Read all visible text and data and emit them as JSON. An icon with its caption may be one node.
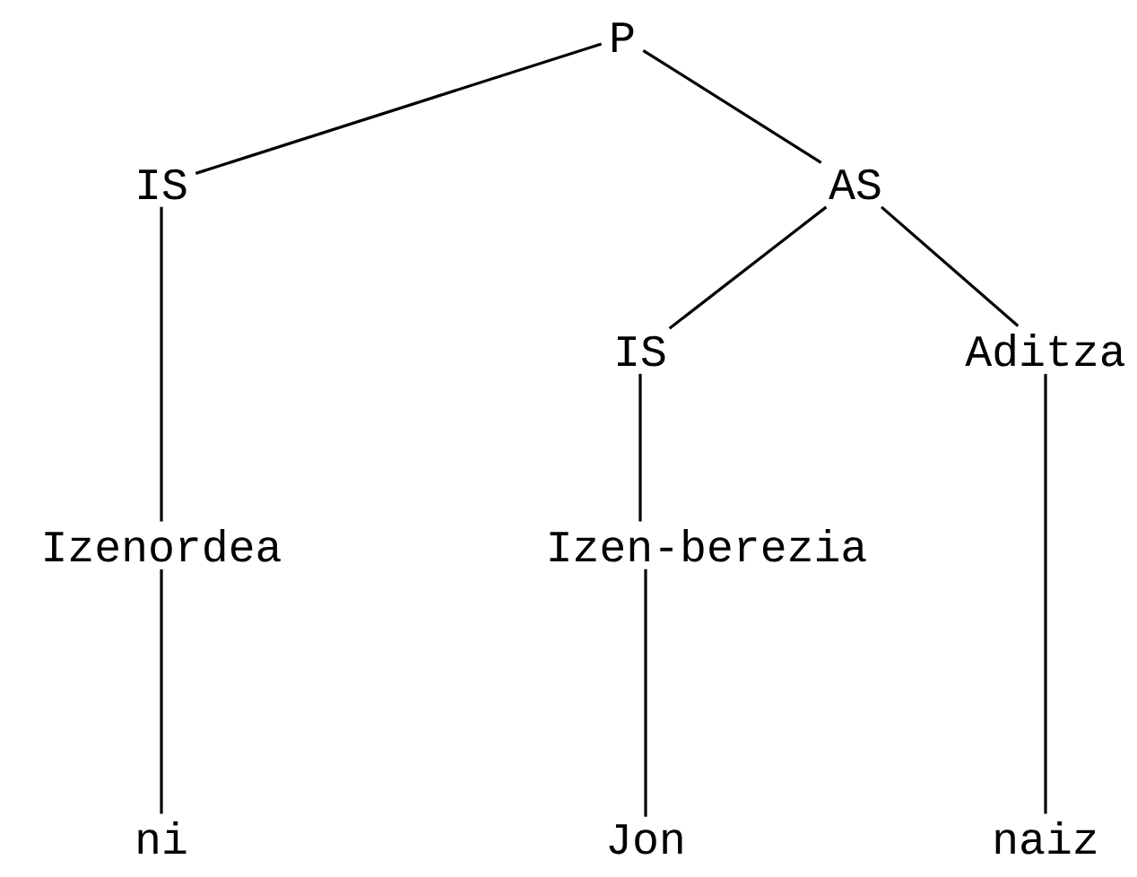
{
  "diagram": {
    "nodes": [
      {
        "text": [
          "P"
        ]
      },
      {
        "text": [
          "IS"
        ]
      },
      {
        "text": [
          "AS"
        ]
      },
      {
        "text": [
          "IS"
        ]
      },
      {
        "text": [
          "Aditza"
        ]
      },
      {
        "text": [
          "Izenordea"
        ]
      },
      {
        "text": [
          "Izen-berezia"
        ]
      },
      {
        "text": [
          "ni"
        ]
      },
      {
        "text": [
          "Jon"
        ]
      },
      {
        "text": [
          "naiz"
        ]
      }
    ],
    "edges": [
      {
        "from": 0,
        "to": 1,
        "arrow": "none"
      },
      {
        "from": 0,
        "to": 2,
        "arrow": "none"
      },
      {
        "from": 1,
        "to": 5,
        "arrow": "none"
      },
      {
        "from": 2,
        "to": 3,
        "arrow": "none"
      },
      {
        "from": 2,
        "to": 4,
        "arrow": "none"
      },
      {
        "from": 3,
        "to": 6,
        "arrow": "none"
      },
      {
        "from": 4,
        "to": 9,
        "arrow": "none"
      },
      {
        "from": 5,
        "to": 7,
        "arrow": "none"
      },
      {
        "from": 6,
        "to": 8,
        "arrow": "none"
      }
    ]
  }
}
